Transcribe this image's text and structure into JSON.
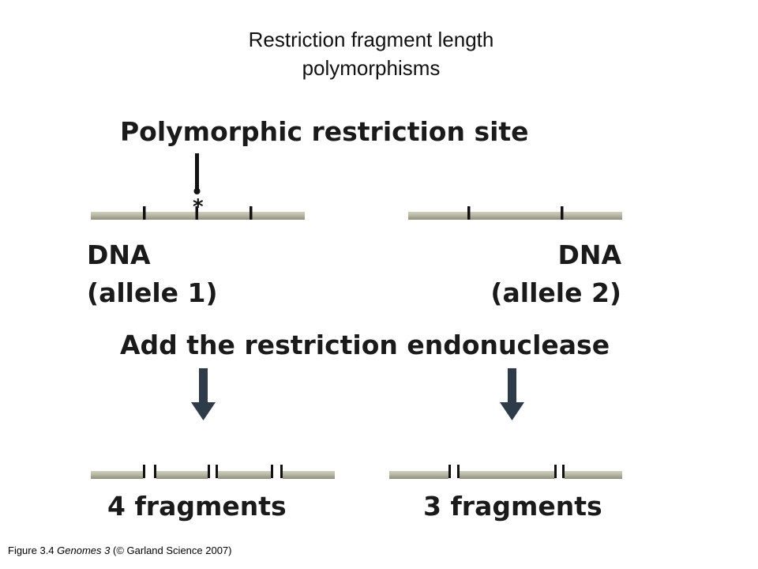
{
  "slide": {
    "title_line1": "Restriction fragment length",
    "title_line2": "polymorphisms"
  },
  "diagram": {
    "polymorphic_label": "Polymorphic restriction site",
    "asterisk": "*",
    "allele1_line1": "DNA",
    "allele1_line2": "(allele 1)",
    "allele2_line1": "DNA",
    "allele2_line2": "(allele 2)",
    "step_label": "Add the restriction endonuclease",
    "result1_label": "4 fragments",
    "result2_label": "3 fragments",
    "colors": {
      "dna_strand": "#b4b6a2",
      "dna_edge": "#8d8f7d",
      "tick": "#111111",
      "arrow": "#2e3c49",
      "text": "#1a1a1a"
    },
    "icons": [
      "down-arrow-icon",
      "down-arrow-icon",
      "restriction-site-pointer-icon"
    ]
  },
  "caption": {
    "prefix": "Figure 3.4",
    "book": "Genomes 3",
    "suffix": "(© Garland Science 2007)"
  }
}
